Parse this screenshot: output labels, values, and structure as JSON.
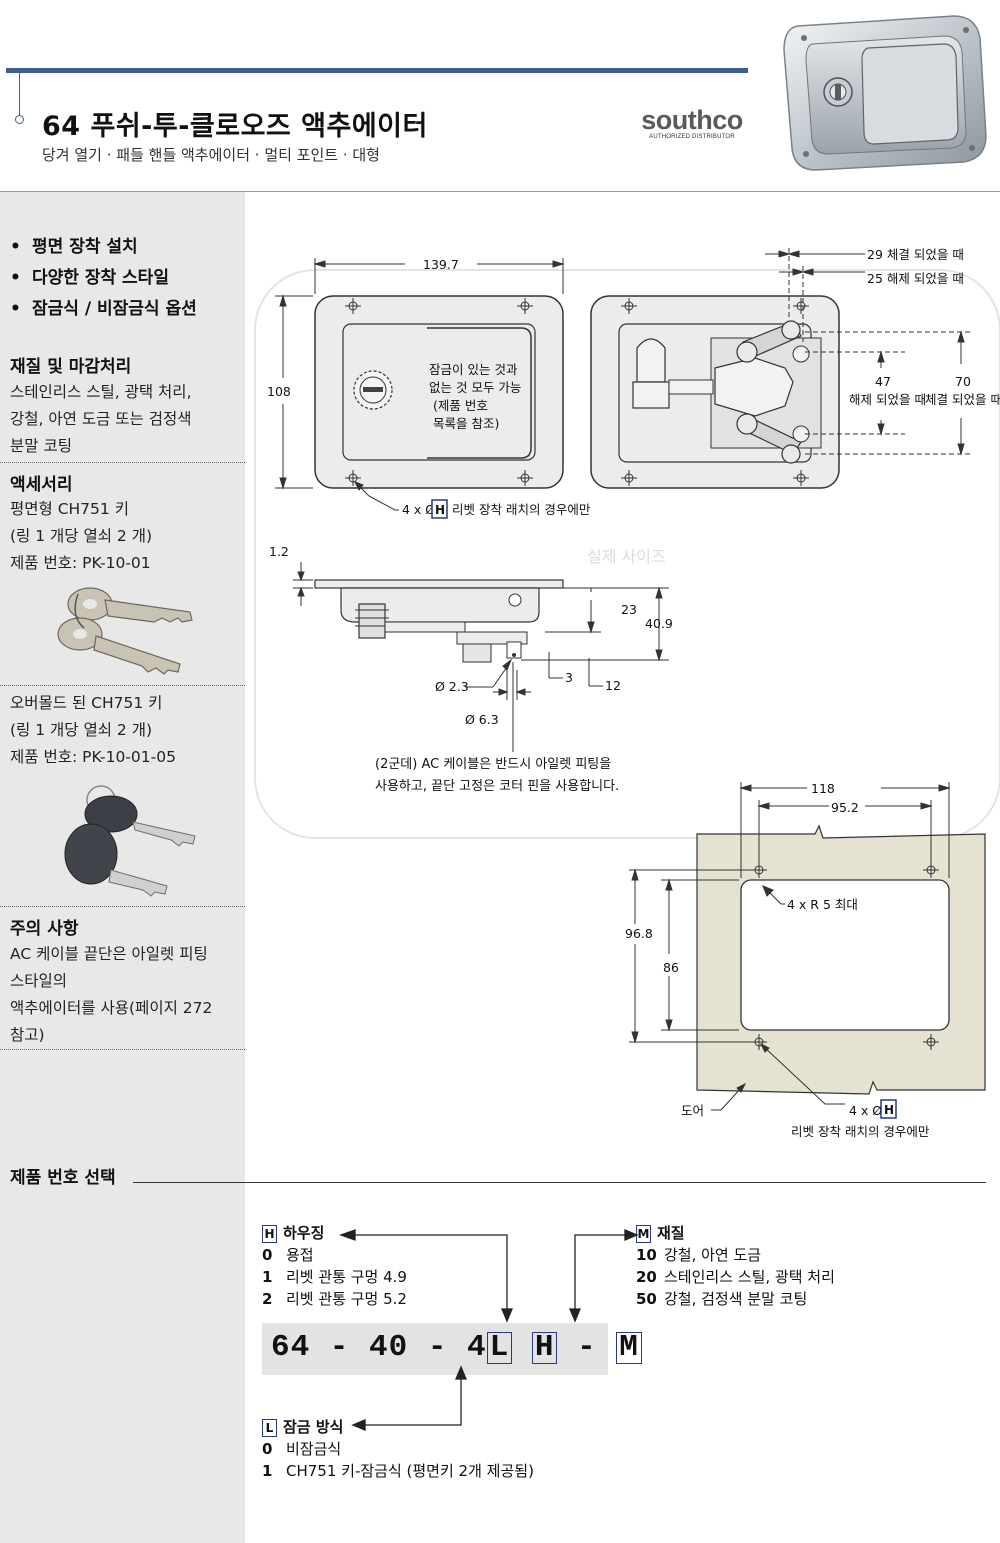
{
  "header": {
    "title": "64 푸쉬-투-클로오즈 액추에이터",
    "subtitle": "당겨 열기 · 패들 핸들 액추에이터 · 멀티 포인트 · 대형",
    "brand_name": "southco",
    "brand_sub": "AUTHORIZED DISTRIBUTOR",
    "photo_icon": "latch-photo"
  },
  "sidebar": {
    "features": [
      "평면 장착 설치",
      "다양한 장착 스타일",
      "잠금식 / 비잠금식 옵션"
    ],
    "material": {
      "heading": "재질 및 마감처리",
      "lines": [
        "스테인리스 스틸, 광택 처리,",
        "강철, 아연 도금 또는 검정색",
        "분말 코팅"
      ]
    },
    "accessories": {
      "heading": "액세서리",
      "flat_key": [
        "평면형 CH751 키",
        "(링 1 개당 열쇠 2 개)",
        "제품 번호: PK-10-01"
      ],
      "overmold_key": [
        "오버몰드 된 CH751 키",
        "(링 1 개당 열쇠 2 개)",
        "제품 번호: PK-10-01-05"
      ]
    },
    "notes": {
      "heading": "주의 사항",
      "lines": [
        "AC 케이블 끝단은 아일렛 피팅",
        "스타일의",
        "액추에이터를 사용(페이지 272",
        "참고)"
      ]
    }
  },
  "drawing": {
    "width_dim": "139.7",
    "height_dim": "108",
    "lock_note": [
      "잠금이 있는 것과",
      "없는 것 모두 가능",
      "(제품 번호",
      "목록을 참조)"
    ],
    "rivet_note_prefix": "4 x Ø",
    "rivet_note_suffix": "리벳 장착 래치의 경우에만",
    "dim_29": "29 체결 되었을 때",
    "dim_25": "25 해제 되었을 때",
    "dim_47": "47",
    "dim_47_label": "해제 되었을 때",
    "dim_70": "70",
    "dim_70_label": "체결 되었을 때",
    "watermark": "실제 사이즈",
    "dim_1_2": "1.2",
    "dim_23": "23",
    "dim_40_9": "40.9",
    "dim_3": "3",
    "dim_12": "12",
    "dim_d2_3": "Ø 2.3",
    "dim_d6_3": "Ø 6.3",
    "cable_note": [
      "(2군데) AC 케이블은 반드시 아일렛 피팅을",
      "사용하고, 끝단 고정은 코터 핀을 사용합니다."
    ],
    "cutout_118": "118",
    "cutout_95_2": "95.2",
    "cutout_96_8": "96.8",
    "cutout_86": "86",
    "radius_note": "4 x R 5 최대",
    "door_label": "도어",
    "cutout_rivet_prefix": "4 x Ø",
    "cutout_rivet_suffix": "리벳 장착 래치의 경우에만",
    "tag_h": "H"
  },
  "ordering": {
    "title": "제품 번호 선택",
    "code": {
      "prefix": "64 - 40 - 4",
      "l": "L",
      "h": "H",
      "dash": "-",
      "m": "M"
    },
    "housing": {
      "tag": "H",
      "heading": "하우징",
      "options": [
        {
          "code": "0",
          "label": "용접"
        },
        {
          "code": "1",
          "label": "리벳 관통 구멍 4.9"
        },
        {
          "code": "2",
          "label": "리벳 관통 구멍 5.2"
        }
      ]
    },
    "material": {
      "tag": "M",
      "heading": "재질",
      "options": [
        {
          "code": "10",
          "label": "강철, 아연 도금"
        },
        {
          "code": "20",
          "label": "스테인리스 스틸, 광택 처리"
        },
        {
          "code": "50",
          "label": "강철, 검정색 분말 코팅"
        }
      ]
    },
    "locking": {
      "tag": "L",
      "heading": "잠금 방식",
      "options": [
        {
          "code": "0",
          "label": "비잠금식"
        },
        {
          "code": "1",
          "label": "CH751 키-잠금식 (평면키 2개 제공됨)"
        }
      ]
    }
  }
}
